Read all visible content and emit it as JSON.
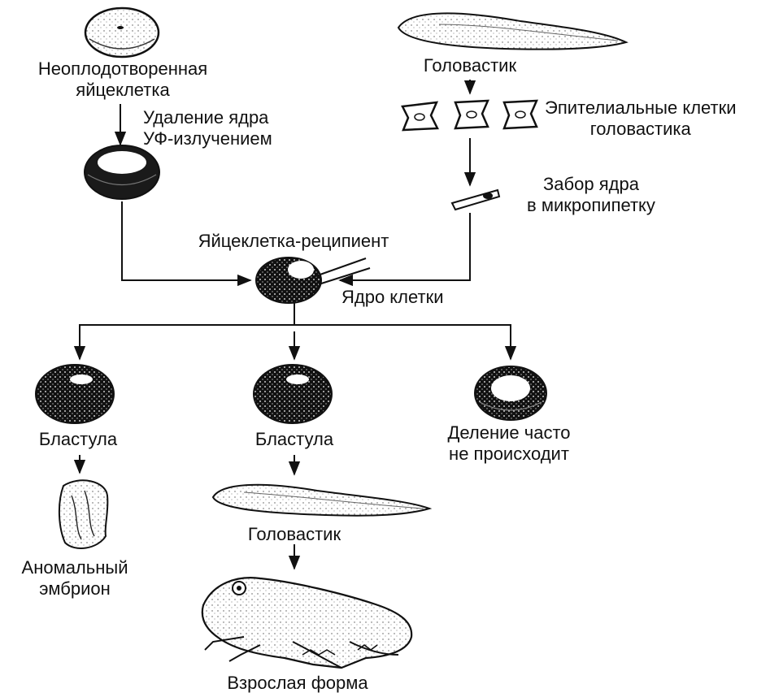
{
  "labels": {
    "unfertilized_egg": [
      "Неоплодотворенная",
      "яйцеклетка"
    ],
    "nucleus_removal": [
      "Удаление ядра",
      "УФ-излучением"
    ],
    "tadpole_top": "Головастик",
    "epithelial_cells": [
      "Эпителиальные клетки",
      "головастика"
    ],
    "nucleus_collection": [
      "Забор ядра",
      "в микропипетку"
    ],
    "recipient_egg": "Яйцеклетка-реципиент",
    "cell_nucleus": "Ядро клетки",
    "blastula_left": "Бластула",
    "blastula_middle": "Бластула",
    "no_division": [
      "Деление часто",
      "не происходит"
    ],
    "abnormal_embryo": [
      "Аномальный",
      "эмбрион"
    ],
    "tadpole_bottom": "Головастик",
    "adult_form": "Взрослая форма"
  }
}
